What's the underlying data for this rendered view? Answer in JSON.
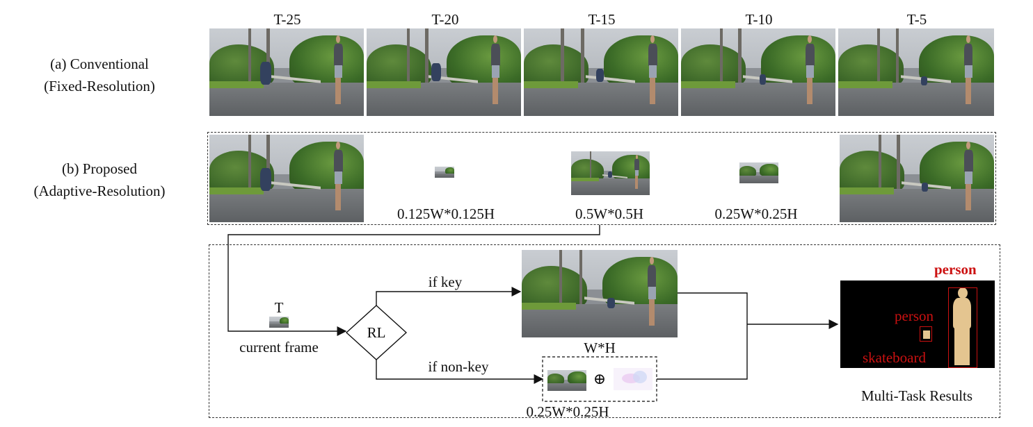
{
  "time_labels": [
    "T-25",
    "T-20",
    "T-15",
    "T-10",
    "T-5"
  ],
  "rows": {
    "conventional": {
      "line1": "(a) Conventional",
      "line2": "(Fixed-Resolution)"
    },
    "proposed": {
      "line1": "(b) Proposed",
      "line2": "(Adaptive-Resolution)"
    }
  },
  "resolution_labels": [
    "0.125W*0.125H",
    "0.5W*0.5H",
    "0.25W*0.25H"
  ],
  "pipeline": {
    "current_t": "T",
    "current_frame": "current frame",
    "rl": "RL",
    "if_key": "if key",
    "if_nonkey": "if non-key",
    "key_res": "W*H",
    "nonkey_res": "0.25W*0.25H",
    "plus_symbol": "⊕",
    "results_caption": "Multi-Task Results",
    "detections": [
      "person",
      "person",
      "skateboard"
    ]
  },
  "colors": {
    "detection_label": "#cc1111",
    "mask": "#e4c590",
    "result_bg": "#000000"
  }
}
